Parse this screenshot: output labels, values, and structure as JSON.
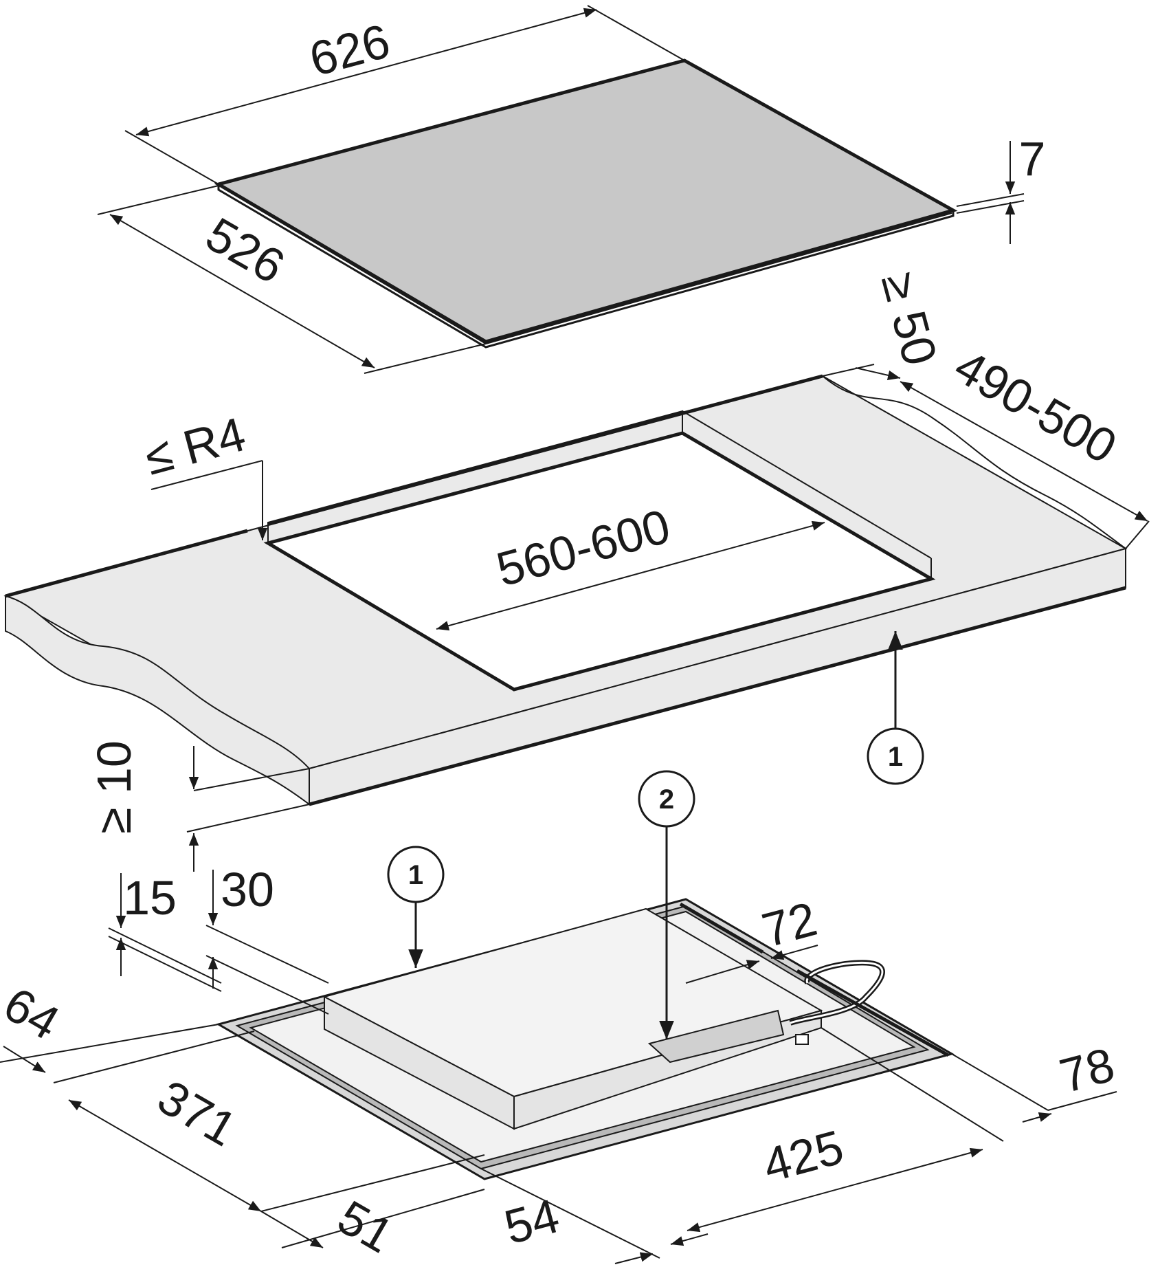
{
  "colors": {
    "ink": "#1a1a1a",
    "glass": "#c8c8c8",
    "worktop": "#eaeaea",
    "hob_body": "#f0f0f0",
    "hob_frame": "#b9b9b9"
  },
  "ceramic_top": {
    "width": "626",
    "depth": "526",
    "thickness": "7"
  },
  "worktop": {
    "rear_clearance": "≥ 50",
    "cutout_depth": "490-500",
    "corner_radius": "≤ R4",
    "cutout_width": "560-600",
    "min_thickness": "≥ 10",
    "callout_1": "1"
  },
  "hob_unit": {
    "callout_1": "1",
    "callout_2": "2",
    "height_15": "15",
    "height_30": "30",
    "dim_64": "64",
    "dim_371": "371",
    "dim_51": "51",
    "dim_54": "54",
    "dim_425": "425",
    "dim_78": "78",
    "dim_72": "72"
  }
}
